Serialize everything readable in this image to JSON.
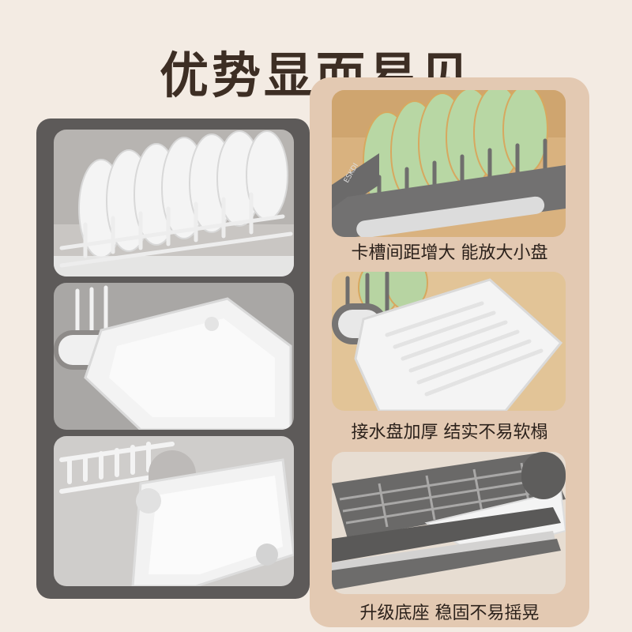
{
  "title": "优势显而易见",
  "captions": [
    "卡槽间距增大 能放大小盘",
    "接水盘加厚 结实不易软榻",
    "升级底座 稳固不易摇晃"
  ],
  "brand_label": "ESKDI",
  "colors": {
    "background": "#f3ebe3",
    "left_panel": "#5d5a59",
    "right_panel": "#e3c9b2",
    "title": "#3d2e24",
    "caption": "#2b211b"
  }
}
